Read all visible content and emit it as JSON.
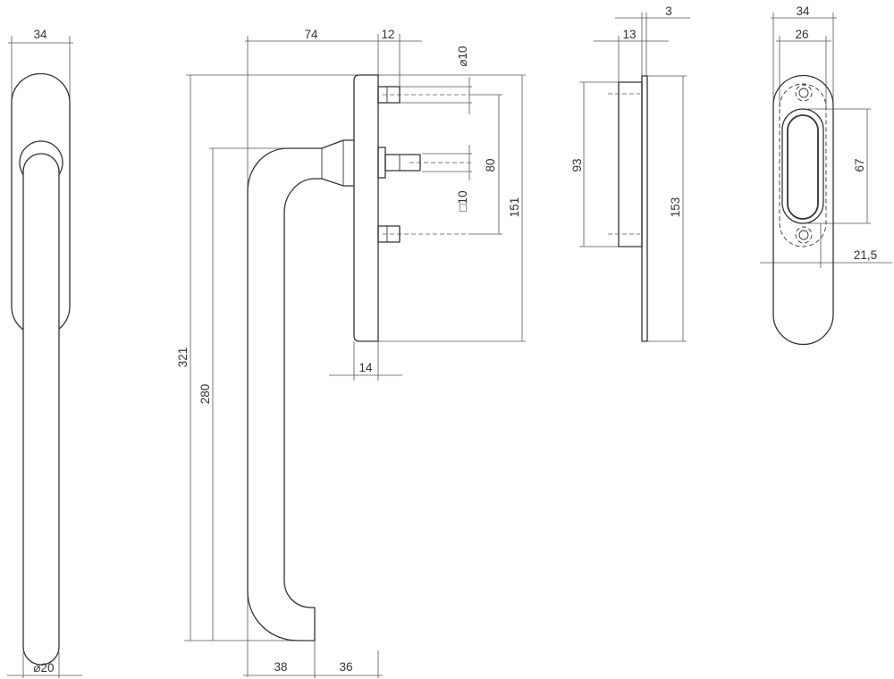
{
  "front_view": {
    "width_label": "34",
    "lever_diameter_label": "⌀20"
  },
  "side_view": {
    "projection_label": "74",
    "pin_length_label": "12",
    "pin_diameter_label": "⌀10",
    "pin_spacing_label": "80",
    "spindle_label": "□10",
    "plate_height_label": "151",
    "overall_height_label": "321",
    "lever_length_label": "280",
    "plate_depth_label": "14",
    "lever_width_label": "38",
    "lever_offset_label": "36"
  },
  "profile_view": {
    "plate_thickness_label": "3",
    "boss_depth_label": "13",
    "boss_height_label": "93",
    "plate_height_label": "153"
  },
  "back_view": {
    "width_label": "34",
    "recess_width_label": "26",
    "slot_length_label": "67",
    "screw_offset_label": "21,5"
  },
  "colors": {
    "line": "#333333",
    "background": "#ffffff"
  }
}
